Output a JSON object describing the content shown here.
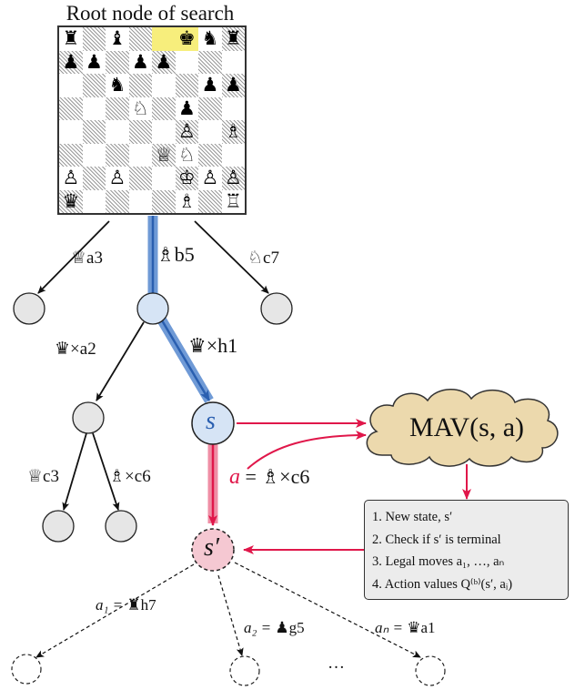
{
  "title": "Root node of search",
  "colors": {
    "path_blue": "#3b73c2",
    "path_blue_dark": "#2a5fb0",
    "red": "#e0174a",
    "node_gray": "#e6e6e6",
    "node_blue": "#d6e4f5",
    "node_pink": "#f5c8d2",
    "cloud": "#ecd9ad",
    "box": "#ececec",
    "highlight": "#f7ee7c"
  },
  "board": {
    "ranks": [
      [
        "bR",
        "",
        "bB",
        "",
        "",
        "bK",
        "bN",
        "bR"
      ],
      [
        "bP",
        "bP",
        "",
        "bP",
        "bP",
        "",
        "",
        ""
      ],
      [
        "",
        "",
        "bN",
        "",
        "",
        "",
        "bP",
        "bP"
      ],
      [
        "",
        "",
        "",
        "wN",
        "",
        "bP",
        "",
        ""
      ],
      [
        "",
        "",
        "",
        "",
        "",
        "wP",
        "",
        "wB"
      ],
      [
        "",
        "",
        "",
        "",
        "wQ",
        "wN",
        "",
        ""
      ],
      [
        "wP",
        "",
        "wP",
        "",
        "",
        "wK",
        "wP",
        "wP"
      ],
      [
        "bQ",
        "",
        "",
        "",
        "",
        "wB",
        "",
        "wR"
      ]
    ],
    "highlight_squares": [
      [
        0,
        4
      ],
      [
        0,
        5
      ]
    ]
  },
  "edge_labels": {
    "qa3": {
      "piece": "♕",
      "square": "a3"
    },
    "bb5": {
      "piece": "♗",
      "square": "b5"
    },
    "nc7": {
      "piece": "♘",
      "square": "c7"
    },
    "qxa2": {
      "piece": "♛",
      "square": "×a2"
    },
    "qxh1": {
      "piece": "♛",
      "square": "×h1"
    },
    "qc3": {
      "piece": "♕",
      "square": "c3"
    },
    "bxc6": {
      "piece": "♗",
      "square": "×c6"
    }
  },
  "action_label": {
    "lhs": "a",
    "eq": " = ",
    "piece": "♗",
    "square": "×c6"
  },
  "nodes": {
    "s": "s",
    "s_prime": "s′"
  },
  "mav": "MAV(s, a)",
  "info_items": [
    "1. New state, s′",
    "2. Check if s′ is terminal",
    "3. Legal moves a₁, …, aₙ",
    "4. Action values Q⁽ᵇ⁾(s′, aᵢ)"
  ],
  "child_labels": {
    "a1": {
      "lhs": "a₁ = ",
      "piece": "♜",
      "square": "h7"
    },
    "a2": {
      "lhs": "a₂ = ",
      "piece": "♟",
      "square": "g5"
    },
    "an": {
      "lhs": "aₙ = ",
      "piece": "♛",
      "square": "a1"
    }
  },
  "ellipsis": "…"
}
